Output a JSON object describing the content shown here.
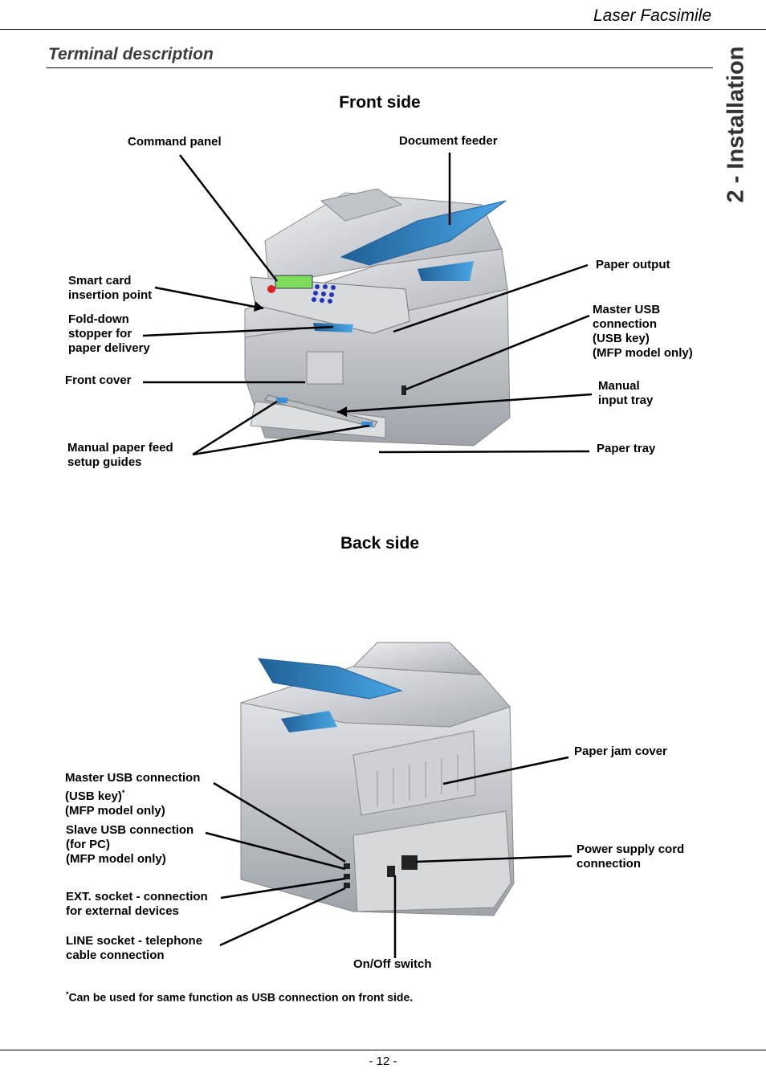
{
  "header": {
    "title": "Laser Facsimile"
  },
  "section_title": "Terminal description",
  "side_tab": "2 - Installation",
  "front": {
    "heading": "Front side",
    "labels": {
      "command_panel": "Command panel",
      "document_feeder": "Document feeder",
      "smart_card": "Smart card\ninsertion point",
      "paper_output": "Paper output",
      "fold_down": "Fold-down\nstopper for\npaper delivery",
      "master_usb": "Master USB\nconnection\n(USB key)\n(MFP model only)",
      "front_cover": "Front cover",
      "manual_input": "Manual\ninput tray",
      "manual_feed": "Manual paper feed\nsetup guides",
      "paper_tray": "Paper tray"
    }
  },
  "back": {
    "heading": "Back side",
    "labels": {
      "paper_jam": "Paper jam cover",
      "master_usb_line1": "Master USB connection",
      "master_usb_line2": "(USB key)",
      "master_usb_star": "*",
      "master_usb_line3": "(MFP model only)",
      "slave_usb": "Slave USB connection\n(for PC)\n(MFP model only)",
      "power": "Power supply cord\nconnection",
      "ext": "EXT. socket - connection\nfor external devices",
      "line": "LINE socket - telephone\ncable connection",
      "onoff": "On/Off switch"
    }
  },
  "footnote": {
    "star": "*",
    "text": "Can be used for same function as USB connection on front side."
  },
  "page_number": "- 12 -",
  "colors": {
    "accent_blue": "#2f86c8",
    "body_grey": "#c9cdd2"
  }
}
